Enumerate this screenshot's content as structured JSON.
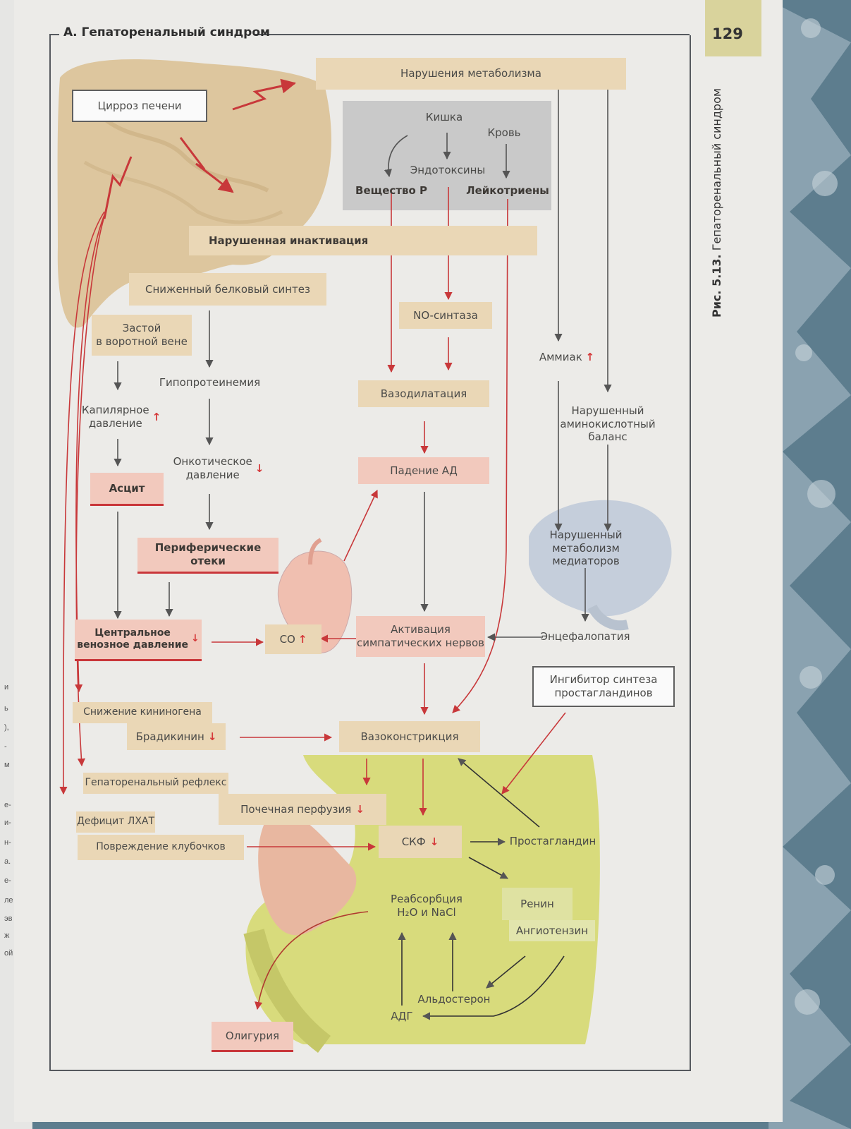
{
  "header": {
    "title": "А. Гепаторенальный синдром",
    "page_number": "129",
    "figure_caption": "Рис. 5.13.",
    "figure_caption_title": "Гепаторенальный синдром"
  },
  "colors": {
    "arrow_red": "#c8383a",
    "arrow_gray": "#5b5b5b",
    "box_tan": "#ead7b6",
    "box_pink": "#f2c9bd",
    "kidney_yellow": "#d9dc7c"
  },
  "nodes": {
    "metabolism_disorder": "Нарушения метаболизма",
    "cirrhosis": "Цирроз печени",
    "intestine": "Кишка",
    "blood": "Кровь",
    "endotoxins": "Эндотоксины",
    "substance_p": "Вещество Р",
    "leukotrienes": "Лейкотриены",
    "impaired_inactivation": "Нарушенная инактивация",
    "reduced_protein_synthesis": "Сниженный белковый синтез",
    "portal_stasis": "Застой\nв воротной вене",
    "no_synthase": "NO-синтаза",
    "ammonia": "Аммиак",
    "hypoproteinemia": "Гипопротеинемия",
    "capillary_pressure": "Капилярное\nдавление",
    "vasodilation": "Вазодилатация",
    "amino_acid_balance": "Нарушенный\nаминокислотный\nбаланс",
    "oncotic_pressure": "Онкотическое\nдавление",
    "bp_drop": "Падение АД",
    "ascites": "Асцит",
    "mediator_metabolism": "Нарушенный\nметаболизм медиаторов",
    "peripheral_edema": "Периферические отеки",
    "central_venous_pressure": "Центральное\nвенозное давление",
    "co": "CO",
    "sympathetic_activation": "Активация\nсимпатических нервов",
    "encephalopathy": "Энцефалопатия",
    "pg_inhibitor": "Ингибитор синтеза\nпростагландинов",
    "kininogen_reduction": "Снижение кининогена",
    "bradykinin": "Брадикинин",
    "vasoconstriction": "Вазоконстрикция",
    "hepatorenal_reflex": "Гепаторенальный рефлекс",
    "renal_perfusion": "Почечная перфузия",
    "lcat_deficiency": "Дефицит ЛХАТ",
    "gfr": "СКФ",
    "prostaglandin": "Простагландин",
    "glomerular_damage": "Повреждение клубочков",
    "reabsorption_line1": "Реабсорбция",
    "reabsorption_line2": "H₂O и NaCl",
    "renin": "Ренин",
    "angiotensin": "Ангиотензин",
    "aldosterone": "Альдостерон",
    "adh": "АДГ",
    "oliguria": "Олигурия"
  },
  "indicators": {
    "up": "↑",
    "down": "↓"
  },
  "margin_text": [
    "и",
    "ь",
    "),",
    "-",
    "м",
    "е-",
    "и-",
    "н-",
    "а.",
    "е-",
    "ле",
    "эв",
    "ж",
    "ой"
  ]
}
